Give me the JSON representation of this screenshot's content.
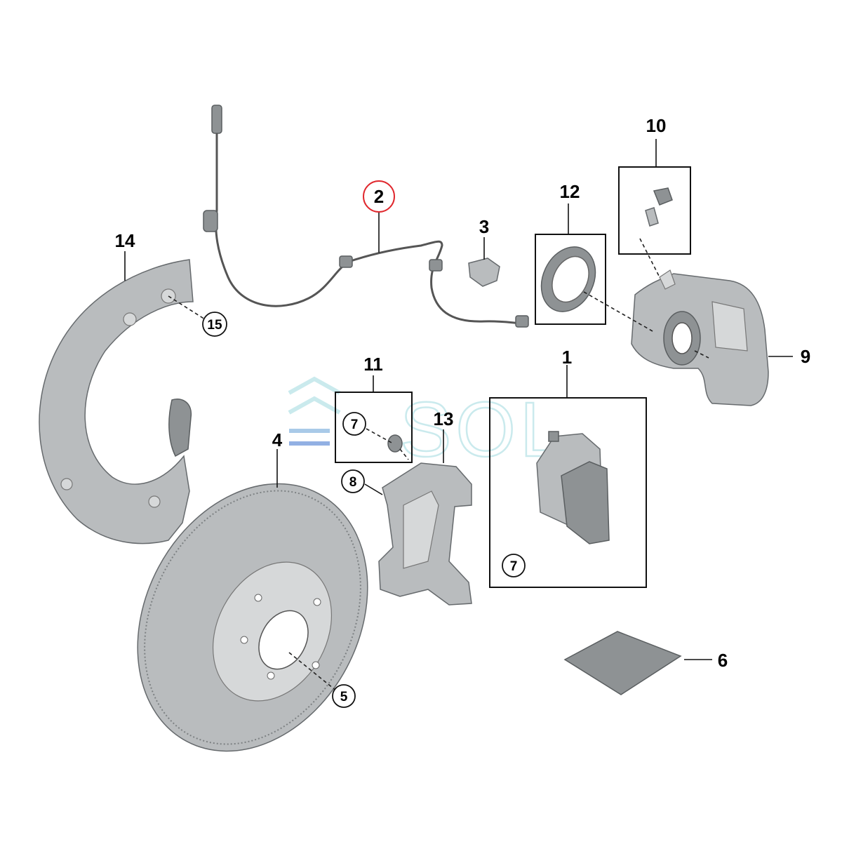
{
  "watermark": {
    "text": "SOL"
  },
  "callouts": [
    {
      "id": "1",
      "label": "1",
      "circled": false,
      "highlight": false
    },
    {
      "id": "2",
      "label": "2",
      "circled": true,
      "highlight": true,
      "ring_color": "#e0282e"
    },
    {
      "id": "3",
      "label": "3",
      "circled": false,
      "highlight": false
    },
    {
      "id": "4",
      "label": "4",
      "circled": false,
      "highlight": false
    },
    {
      "id": "5",
      "label": "5",
      "circled": true,
      "highlight": false
    },
    {
      "id": "6",
      "label": "6",
      "circled": false,
      "highlight": false
    },
    {
      "id": "7a",
      "label": "7",
      "circled": true,
      "highlight": false
    },
    {
      "id": "7b",
      "label": "7",
      "circled": true,
      "highlight": false
    },
    {
      "id": "8",
      "label": "8",
      "circled": true,
      "highlight": false
    },
    {
      "id": "9",
      "label": "9",
      "circled": false,
      "highlight": false
    },
    {
      "id": "10",
      "label": "10",
      "circled": false,
      "highlight": false
    },
    {
      "id": "11",
      "label": "11",
      "circled": false,
      "highlight": false
    },
    {
      "id": "12",
      "label": "12",
      "circled": false,
      "highlight": false
    },
    {
      "id": "13",
      "label": "13",
      "circled": false,
      "highlight": false
    },
    {
      "id": "14",
      "label": "14",
      "circled": false,
      "highlight": false
    },
    {
      "id": "15",
      "label": "15",
      "circled": true,
      "highlight": false
    }
  ],
  "colors": {
    "part_fill": "#b9bcbe",
    "part_dark": "#8e9294",
    "watermark": "#9fd9df",
    "highlight_ring": "#e0282e"
  }
}
